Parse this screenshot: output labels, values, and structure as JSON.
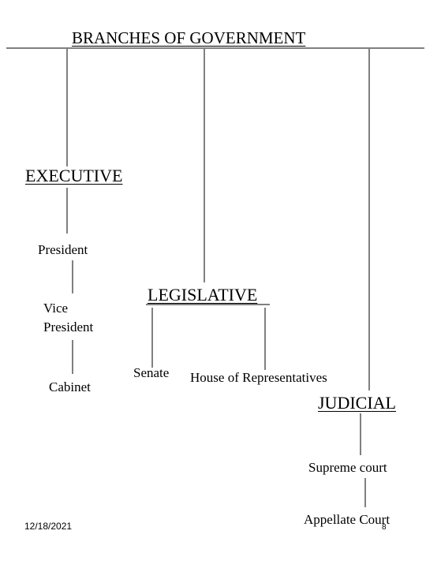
{
  "diagram": {
    "title": "BRANCHES OF GOVERNMENT",
    "executive": {
      "label": "EXECUTIVE",
      "items": [
        "President",
        "Vice",
        "President",
        "Cabinet"
      ]
    },
    "legislative": {
      "label": "LEGISLATIVE",
      "items": [
        "Senate",
        "House of Representatives"
      ]
    },
    "judicial": {
      "label": "JUDICIAL",
      "items": [
        "Supreme court",
        "Appellate Court"
      ]
    }
  },
  "footer": {
    "date": "12/18/2021",
    "page_number": "8"
  }
}
